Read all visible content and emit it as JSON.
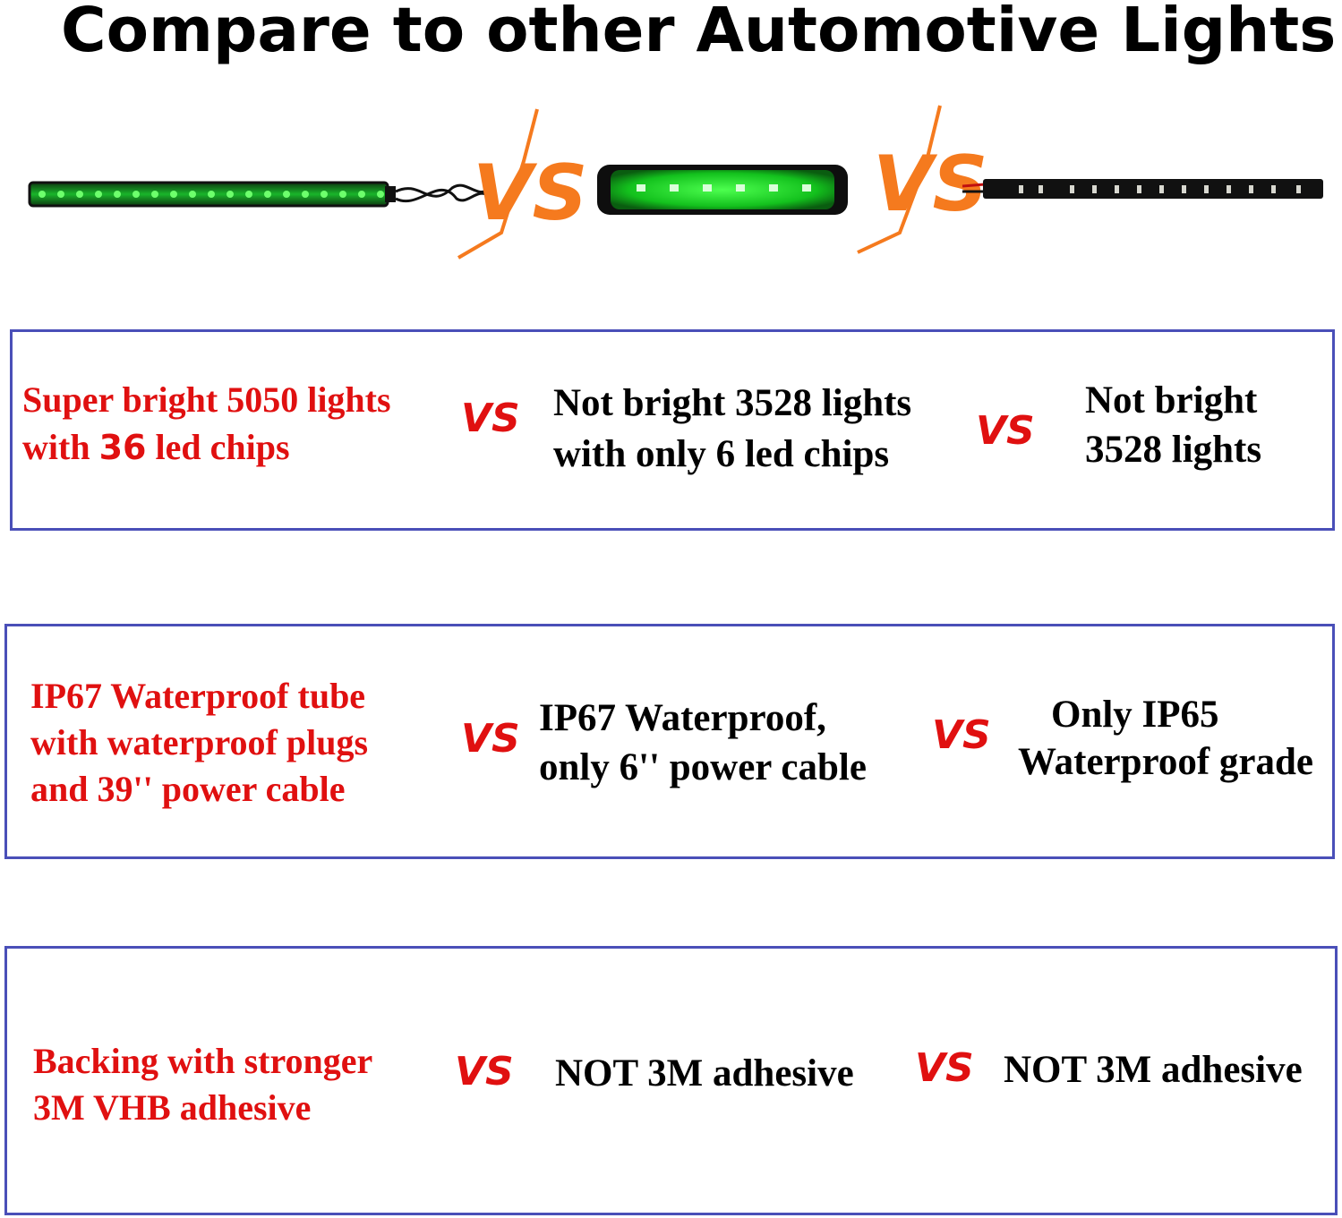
{
  "title": "Compare to other Automotive Lights",
  "images": {
    "vs_graphic_1": "VS",
    "vs_graphic_2": "VS"
  },
  "colors": {
    "accent_red": "#e01010",
    "box_border": "#4a4fb8",
    "vs_orange": "#f57a1e",
    "led_green": "#1fd02a"
  },
  "rows": [
    {
      "ours": [
        "Super bright 5050 lights",
        "with ",
        "36",
        " led chips"
      ],
      "vs1": "VS",
      "other1": [
        "Not bright 3528 lights",
        "with only 6 led chips"
      ],
      "vs2": "VS",
      "other2": [
        "Not bright",
        "3528 lights"
      ]
    },
    {
      "ours": [
        "IP67 Waterproof tube",
        "with waterproof plugs",
        "and 39'' power cable"
      ],
      "vs1": "VS",
      "other1": [
        "IP67 Waterproof,",
        "only 6'' power cable"
      ],
      "vs2": "VS",
      "other2": [
        "Only IP65",
        "Waterproof grade"
      ]
    },
    {
      "ours": [
        "Backing with stronger",
        "3M VHB adhesive"
      ],
      "vs1": "VS",
      "other1": [
        "NOT 3M adhesive"
      ],
      "vs2": "VS",
      "other2": [
        "NOT 3M adhesive"
      ]
    }
  ]
}
